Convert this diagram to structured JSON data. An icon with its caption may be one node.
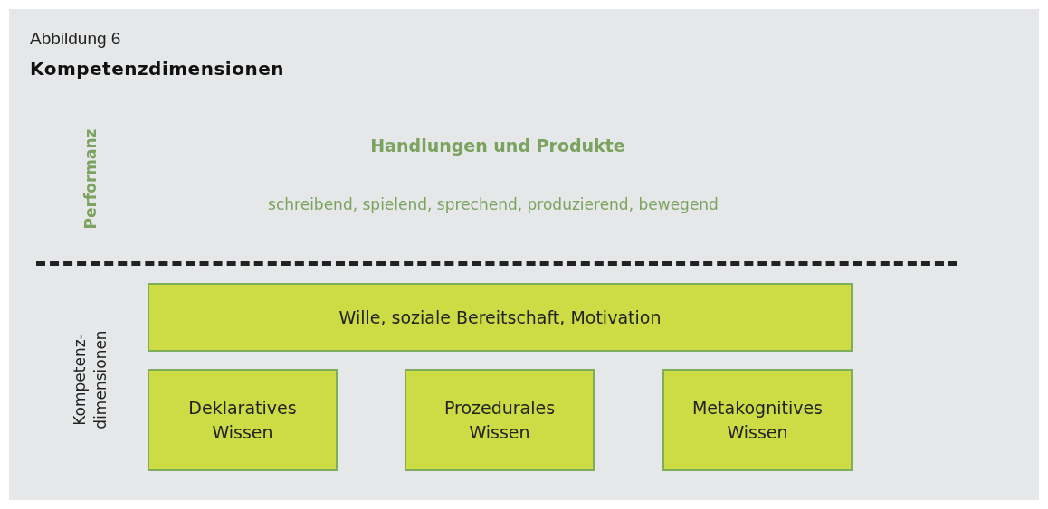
{
  "diagram": {
    "title": "Kompetenzdimensionen",
    "nodes": [
      {
        "text": [
          "Wille, soziale Bereitschaft, Motivation"
        ]
      },
      {
        "text": [
          "Deklaratives Wissen"
        ]
      },
      {
        "text": [
          "Prozedurales Wissen"
        ]
      },
      {
        "text": [
          "Metakognitives Wissen"
        ]
      }
    ],
    "labels": [
      "Abbildung 6",
      "Performanz",
      "Handlungen und Produkte",
      "schreibend, spielend, sprechend, produzierend, bewegend",
      "Kompetenz- dimensionen"
    ]
  }
}
